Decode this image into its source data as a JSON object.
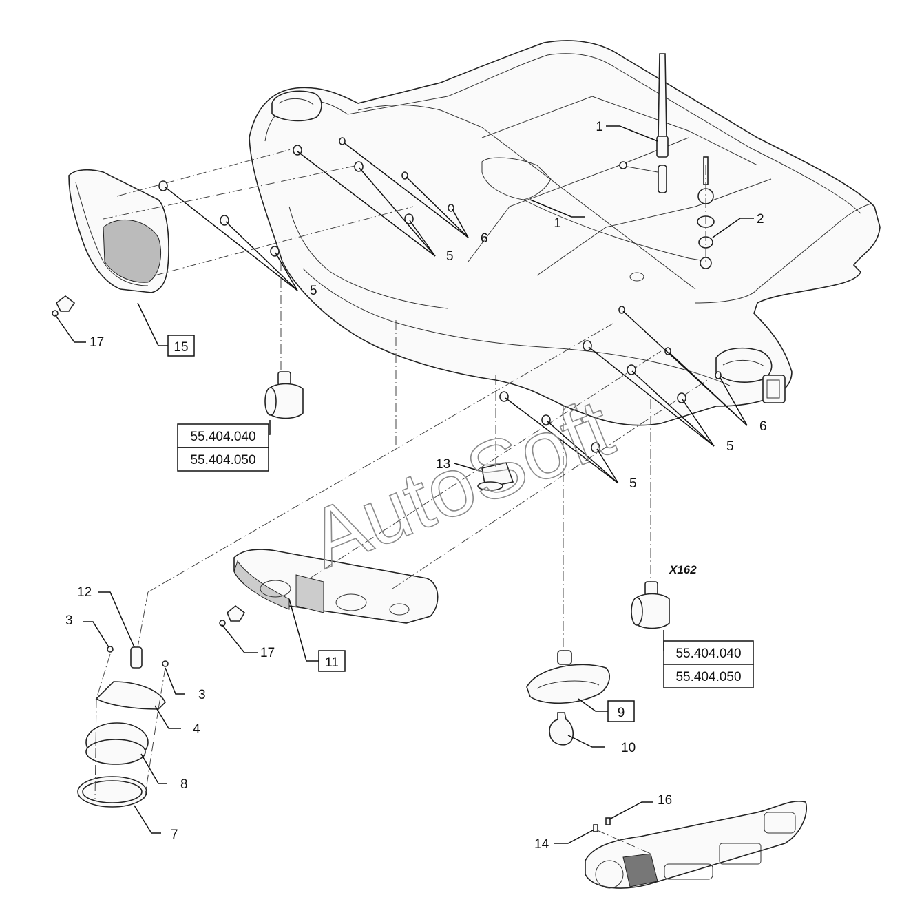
{
  "callouts": {
    "c1a": "1",
    "c1b": "1",
    "c2": "2",
    "c3a": "3",
    "c3b": "3",
    "c4": "4",
    "c5a": "5",
    "c5b": "5",
    "c5c": "5",
    "c5d": "5",
    "c6a": "6",
    "c6b": "6",
    "c7": "7",
    "c8": "8",
    "c9": "9",
    "c10": "10",
    "c11": "11",
    "c12": "12",
    "c13": "13",
    "c14": "14",
    "c15": "15",
    "c16": "16",
    "c17a": "17",
    "c17b": "17"
  },
  "refs": {
    "left_top": "55.404.040",
    "left_bottom": "55.404.050",
    "right_top": "55.404.040",
    "right_bottom": "55.404.050"
  },
  "connector_label": "X162",
  "watermark": "AutoSoft"
}
